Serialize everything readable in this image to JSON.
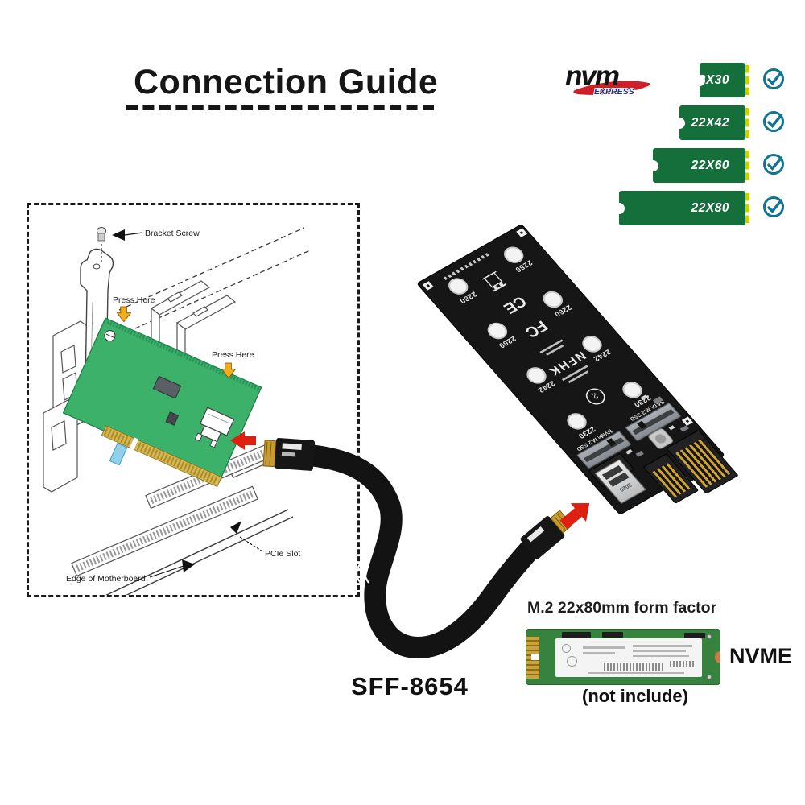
{
  "header": {
    "title": "Connection Guide"
  },
  "nvme_logo": {
    "name": "nvm",
    "sub": "EXPRESS"
  },
  "compat": {
    "items": [
      {
        "label": "22X30"
      },
      {
        "label": "22X42"
      },
      {
        "label": "22X60"
      },
      {
        "label": "22X80"
      }
    ],
    "bar_green": "#156f3a",
    "edge_yellow": "#c6d300",
    "check_teal": "#0f7391"
  },
  "install_diagram": {
    "labels": {
      "bracket_screw": "Bracket Screw",
      "press_here_top": "Press Here",
      "press_here_right": "Press Here",
      "pcie_slot": "PCIe Slot",
      "edge_of_motherboard": "Edge of Motherboard"
    },
    "card_green": "#3cb169",
    "arrow_red": "#dd2010"
  },
  "adapter_board": {
    "standoff_labels": [
      "2280",
      "2260",
      "2242",
      "2230"
    ],
    "marks": {
      "ce": "CE",
      "fcc": "FC",
      "brand": "NFHK",
      "circle_num": "2"
    },
    "slot_labels": {
      "nvme": "NVMe M.2 SSD",
      "sata": "SATA M.2 SSD"
    },
    "plug_label": "2020"
  },
  "cable": {
    "label": "SFF-8654"
  },
  "footer": {
    "ssd_caption": "M.2 22x80mm form factor",
    "ssd_type": "NVME",
    "ssd_note": "(not include)"
  }
}
